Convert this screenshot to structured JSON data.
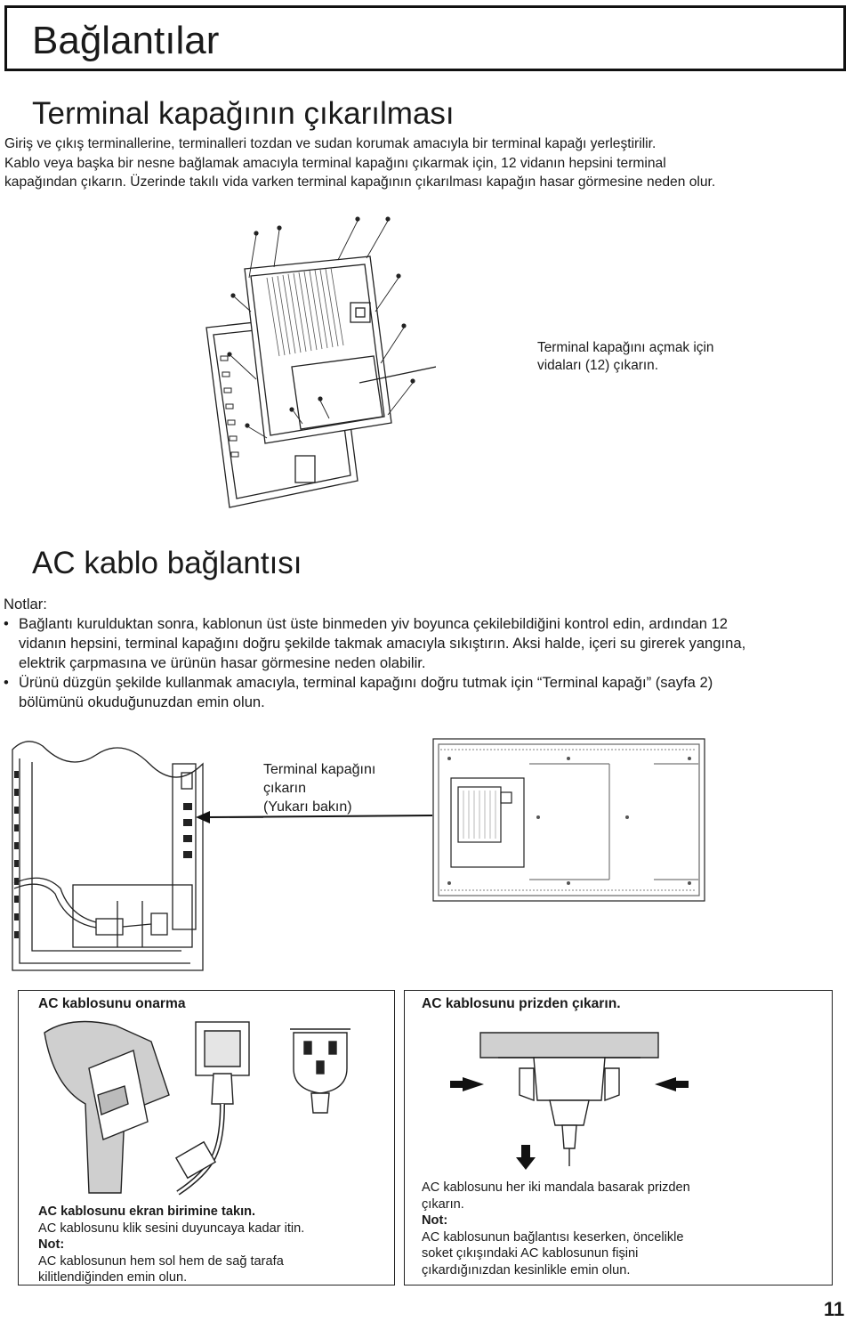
{
  "page": {
    "title": "Bağlantılar",
    "page_number": "11"
  },
  "section1": {
    "heading": "Terminal kapağının çıkarılması",
    "para_lines": [
      "Giriş ve çıkış terminallerine, terminalleri tozdan ve sudan korumak amacıyla bir terminal kapağı yerleştirilir.",
      "Kablo veya başka bir nesne bağlamak amacıyla terminal kapağını çıkarmak için, 12 vidanın hepsini terminal",
      "kapağından çıkarın. Üzerinde takılı vida varken terminal kapağının çıkarılması kapağın hasar görmesine neden olur."
    ],
    "figure_callout_lines": [
      "Terminal kapağını açmak için",
      "vidaları (12) çıkarın."
    ]
  },
  "section2": {
    "heading": "AC kablo bağlantısı",
    "notes_label": "Notlar:",
    "bullets": [
      {
        "lines": [
          "Bağlantı kurulduktan sonra, kablonun üst üste binmeden yiv boyunca çekilebildiğini kontrol edin, ardından 12",
          "vidanın hepsini, terminal kapağını doğru şekilde takmak amacıyla sıkıştırın. Aksi halde, içeri su girerek yangına,",
          "elektrik çarpmasına ve ürünün hasar görmesine neden olabilir."
        ]
      },
      {
        "lines": [
          "Ürünü düzgün şekilde kullanmak amacıyla, terminal kapağını doğru tutmak için “Terminal kapağı” (sayfa 2)",
          "bölümünü okuduğunuzdan emin olun."
        ]
      }
    ],
    "figure_callout_lines": [
      "Terminal kapağını",
      "çıkarın",
      "(Yukarı bakın)"
    ]
  },
  "box_left": {
    "title": "AC kablosunu onarma",
    "caption_title": "AC kablosunu ekran birimine takın.",
    "caption_line": "AC kablosunu klik sesini duyuncaya kadar itin.",
    "note_label": "Not:",
    "note_lines": [
      "AC kablosunun hem sol hem de sağ tarafa",
      "kilitlendiğinden emin olun."
    ]
  },
  "box_right": {
    "title": "AC kablosunu prizden çıkarın.",
    "caption_lines": [
      "AC kablosunu her iki mandala basarak prizden",
      "çıkarın."
    ],
    "note_label": "Not:",
    "note_lines": [
      "AC kablosunun bağlantısı keserken, öncelikle",
      "soket çıkışındaki AC kablosunun fişini",
      "çıkardığınızdan kesinlikle emin olun."
    ]
  },
  "colors": {
    "text": "#1a1a1a",
    "line_art": "#222222",
    "shading": "#bdbdbd"
  }
}
